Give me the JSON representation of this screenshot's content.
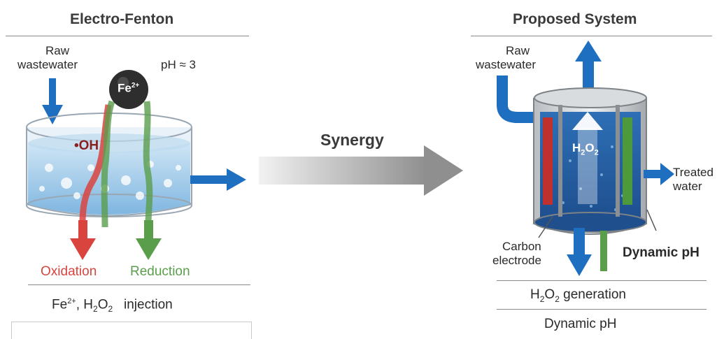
{
  "left_panel": {
    "title": "Electro-Fenton",
    "input_label_line1": "Raw",
    "input_label_line2": "wastewater",
    "ph_label": "pH ≈ 3",
    "iron_label": "Fe",
    "iron_charge": "2+",
    "radical_label": "•OH",
    "oxidation_label": "Oxidation",
    "reduction_label": "Reduction",
    "footer_fe": "Fe",
    "footer_fe_charge": "2+",
    "footer_h2o2_pre": ", H",
    "footer_sub1": "2",
    "footer_o": "O",
    "footer_sub2": "2",
    "footer_suffix": "injection"
  },
  "middle": {
    "synergy_label": "Synergy"
  },
  "right_panel": {
    "title": "Proposed System",
    "input_label_line1": "Raw",
    "input_label_line2": "wastewater",
    "h2o2_label_h": "H",
    "h2o2_label_sub1": "2",
    "h2o2_label_o": "O",
    "h2o2_label_sub2": "2",
    "treated_line1": "Treated",
    "treated_line2": "water",
    "electrode_line1": "Carbon",
    "electrode_line2": "electrode",
    "dynamic_ph_label": "Dynamic pH",
    "footer1_h": "H",
    "footer1_sub1": "2",
    "footer1_o": "O",
    "footer1_sub2": "2",
    "footer1_suffix": " generation",
    "footer2": "Dynamic pH"
  },
  "colors": {
    "arrow_blue": "#1f6fc0",
    "oxidation_red": "#d9443f",
    "reduction_green": "#5a9e4c",
    "water_blue": "#8ec2e6",
    "iron_dark": "#2e2e2e",
    "synergy_gray": "#8f8f8f",
    "anode_red": "#c0302d",
    "cathode_green": "#4c9a3c"
  }
}
